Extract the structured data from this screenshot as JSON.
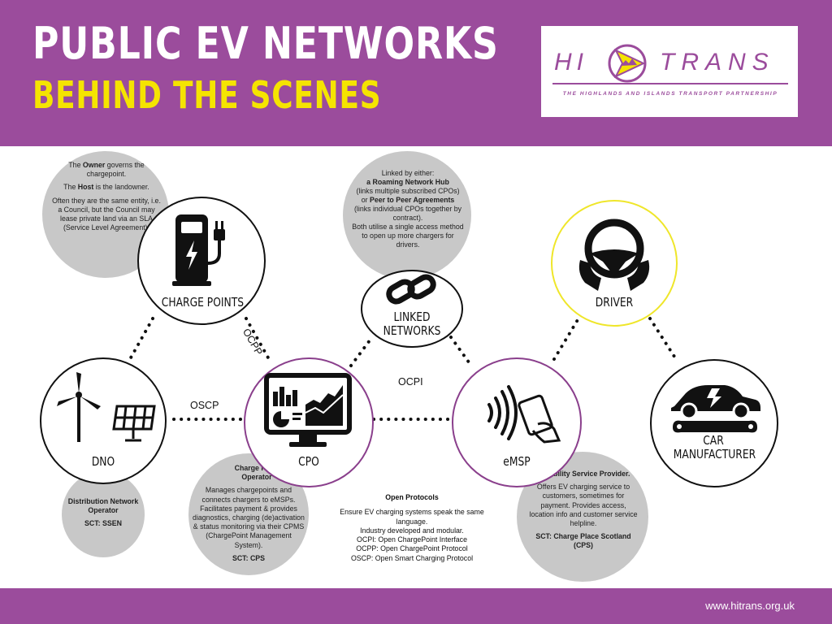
{
  "header": {
    "title_line1": "PUBLIC  EV  NETWORKS",
    "title_line2": "BEHIND THE SCENES",
    "colors": {
      "purple": "#9b4c9c",
      "yellow": "#f5e400"
    }
  },
  "logo": {
    "left_word": "HI",
    "right_word": "TRANS",
    "tagline": "THE HIGHLANDS AND ISLANDS TRANSPORT PARTNERSHIP"
  },
  "nodes": {
    "charge_points": {
      "label": "CHARGE POINTS",
      "icon": "charger-icon"
    },
    "linked_networks": {
      "label_line1": "LINKED",
      "label_line2": "NETWORKS",
      "icon": "chain-link-icon"
    },
    "driver": {
      "label": "DRIVER",
      "icon": "steering-wheel-icon"
    },
    "dno": {
      "label": "DNO",
      "icon": "wind-turbine-solar-icon"
    },
    "cpo": {
      "label": "CPO",
      "icon": "monitor-dashboard-icon"
    },
    "emsp": {
      "label": "eMSP",
      "icon": "contactless-card-icon"
    },
    "car_manufacturer": {
      "label_line1": "CAR",
      "label_line2": "MANUFACTURER",
      "icon": "car-wrench-icon"
    }
  },
  "protocols": {
    "ocpp": "OCPP",
    "oscp": "OSCP",
    "ocpi": "OCPI"
  },
  "bubbles": {
    "owner": {
      "p1_pre": "The ",
      "p1_bold": "Owner",
      "p1_post": " governs the chargepoint.",
      "p2_pre": "The ",
      "p2_bold": "Host",
      "p2_post": " is the landowner.",
      "p3": "Often they are the same entity, i.e. a Council, but the Council may lease private land via an SLA (Service Level Agreement)."
    },
    "linked": {
      "l1": "Linked by either:",
      "l2_bold": "a Roaming Network Hub",
      "l3": "(links multiple subscribed CPOs)",
      "l4_pre": "or ",
      "l4_bold": "Peer to Peer Agreements",
      "l5": "(links individual CPOs together by contract).",
      "l6": "Both utilise a single access method to open up more chargers for drivers."
    },
    "dno": {
      "title": "Distribution Network Operator",
      "sct": "SCT: SSEN"
    },
    "cpo": {
      "title": "Charge Point Operator",
      "body": "Manages chargepoints and connects chargers to eMSPs. Facilitates payment & provides diagnostics, charging (de)activation & status monitoring via their CPMS (ChargePoint Management System).",
      "sct": "SCT: CPS"
    },
    "emsp": {
      "title": "e-Mobility Service Provider.",
      "body": "Offers EV charging service to customers, sometimes for payment. Provides access, location info and customer service helpline.",
      "sct": "SCT: Charge Place Scotland (CPS)"
    }
  },
  "open_protocols": {
    "title": "Open Protocols",
    "body1": "Ensure EV charging systems speak the same language.",
    "body2": "Industry developed and modular.",
    "ocpi": "OCPI: Open ChargePoint Interface",
    "ocpp": "OCPP: Open ChargePoint Protocol",
    "oscp": "OSCP: Open Smart Charging Protocol"
  },
  "footer": {
    "url": "www.hitrans.org.uk"
  }
}
